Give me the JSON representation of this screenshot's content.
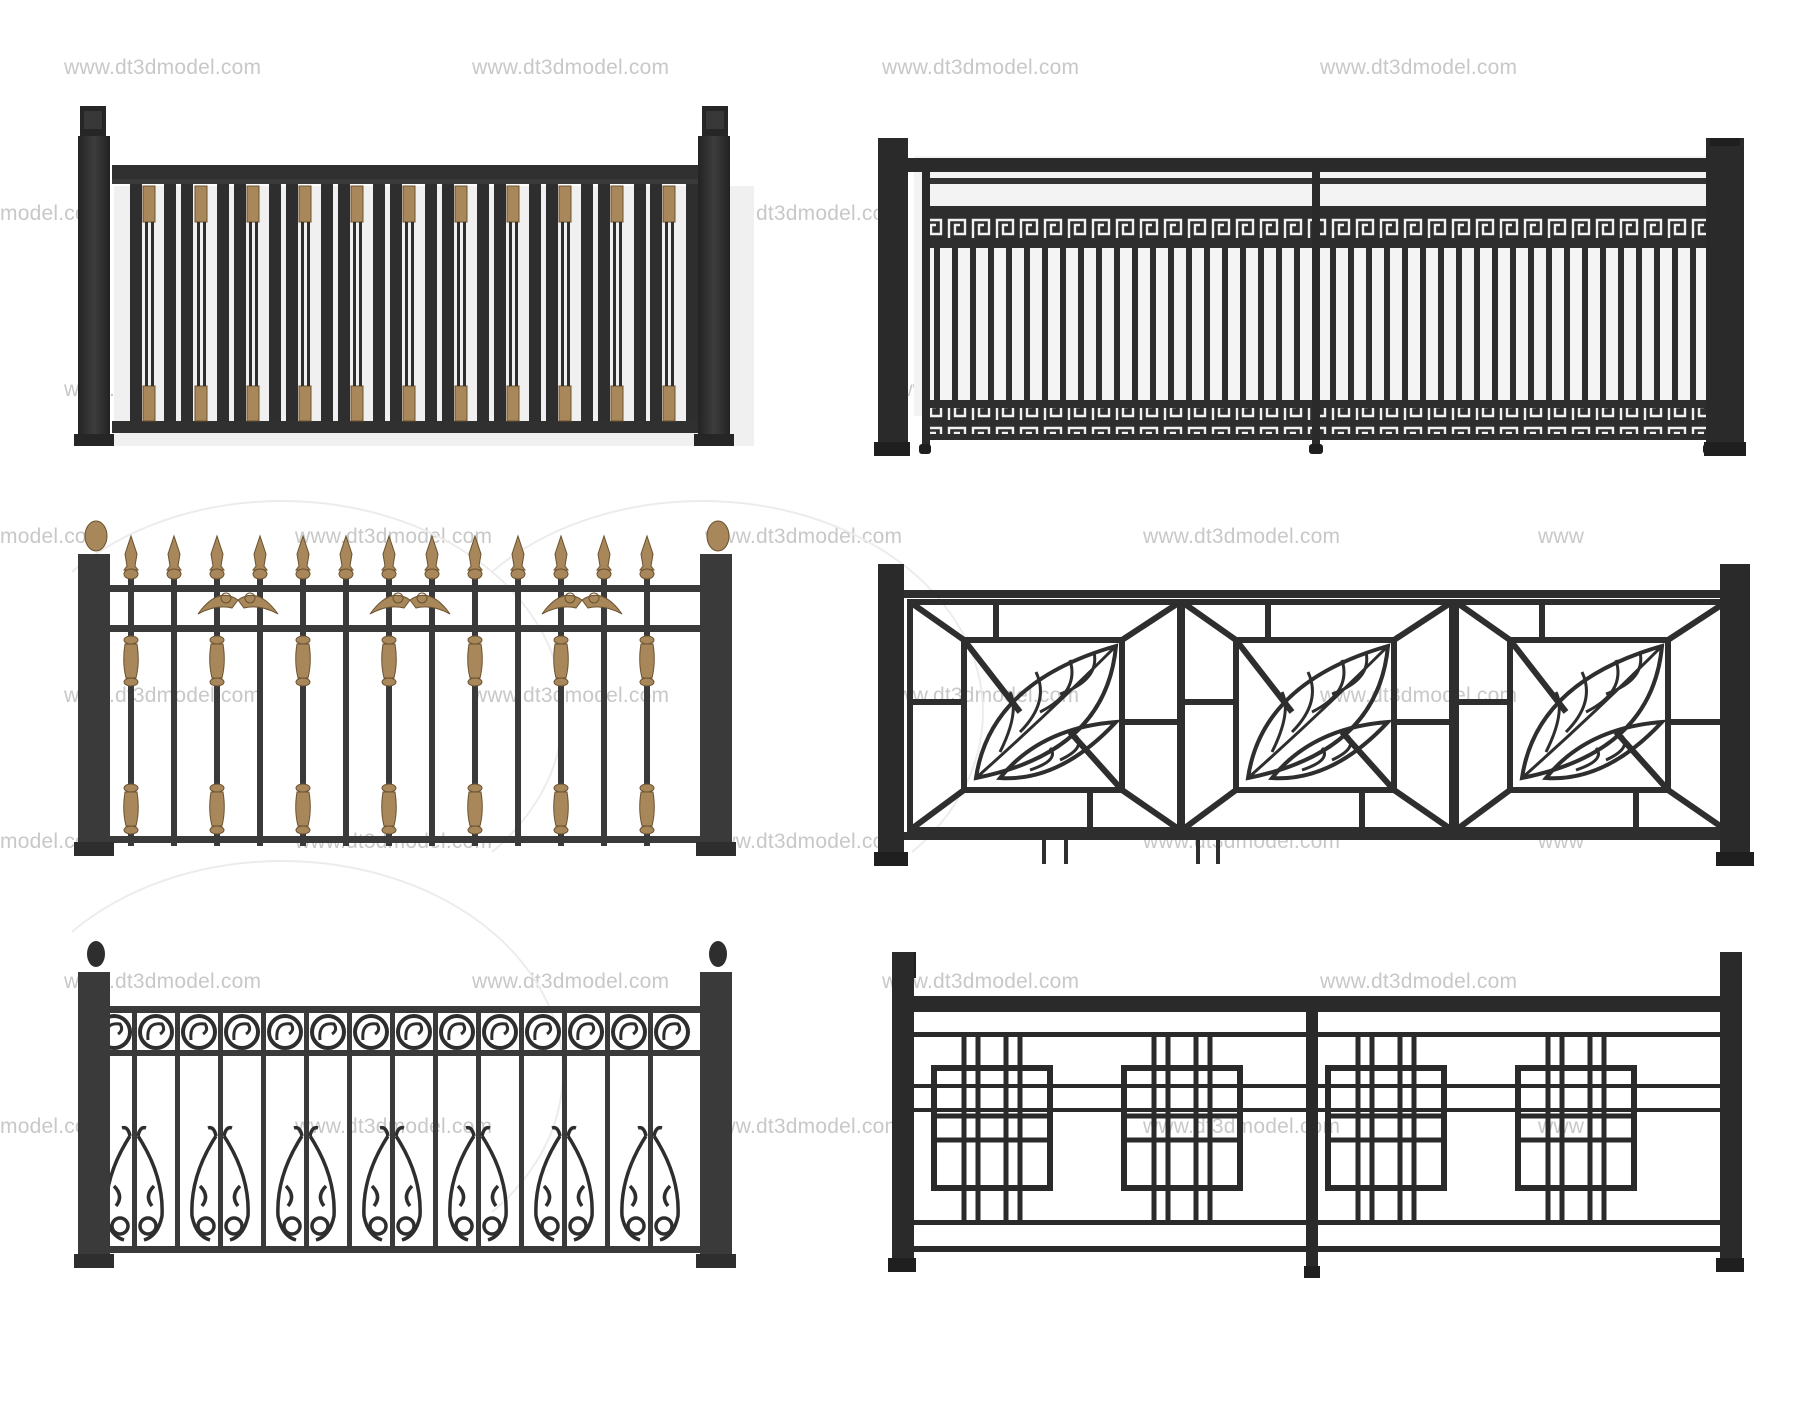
{
  "watermark": {
    "text": "www.dt3dmodel.com",
    "partial_left": "model.com",
    "partial_right": "www",
    "color": "#c8c8c8"
  },
  "colors": {
    "iron": "#2e2e2e",
    "iron_light": "#3c3c3c",
    "bronze": "#a8875a",
    "bronze_dark": "#7a5f38",
    "background": "#ffffff",
    "shadow": "#e2e2e2"
  },
  "fences": [
    {
      "id": 1,
      "style": "square-posts-bronze-inlay-balusters",
      "balusters": 11,
      "accent": "bronze"
    },
    {
      "id": 2,
      "style": "greek-key-band-vertical-bars",
      "panels": 2,
      "bars_per_panel": 16
    },
    {
      "id": 3,
      "style": "spear-top-bronze-finials",
      "spears": 13,
      "finial": "pinecone-bronze"
    },
    {
      "id": 4,
      "style": "geometric-leaf-panels",
      "panels": 3
    },
    {
      "id": 5,
      "style": "scroll-circles-acanthus-base",
      "circles": 14,
      "scroll_pairs": 7,
      "finial": "pinecone-iron"
    },
    {
      "id": 6,
      "style": "chinese-lattice-squares",
      "panels": 2,
      "motifs": 4
    }
  ]
}
